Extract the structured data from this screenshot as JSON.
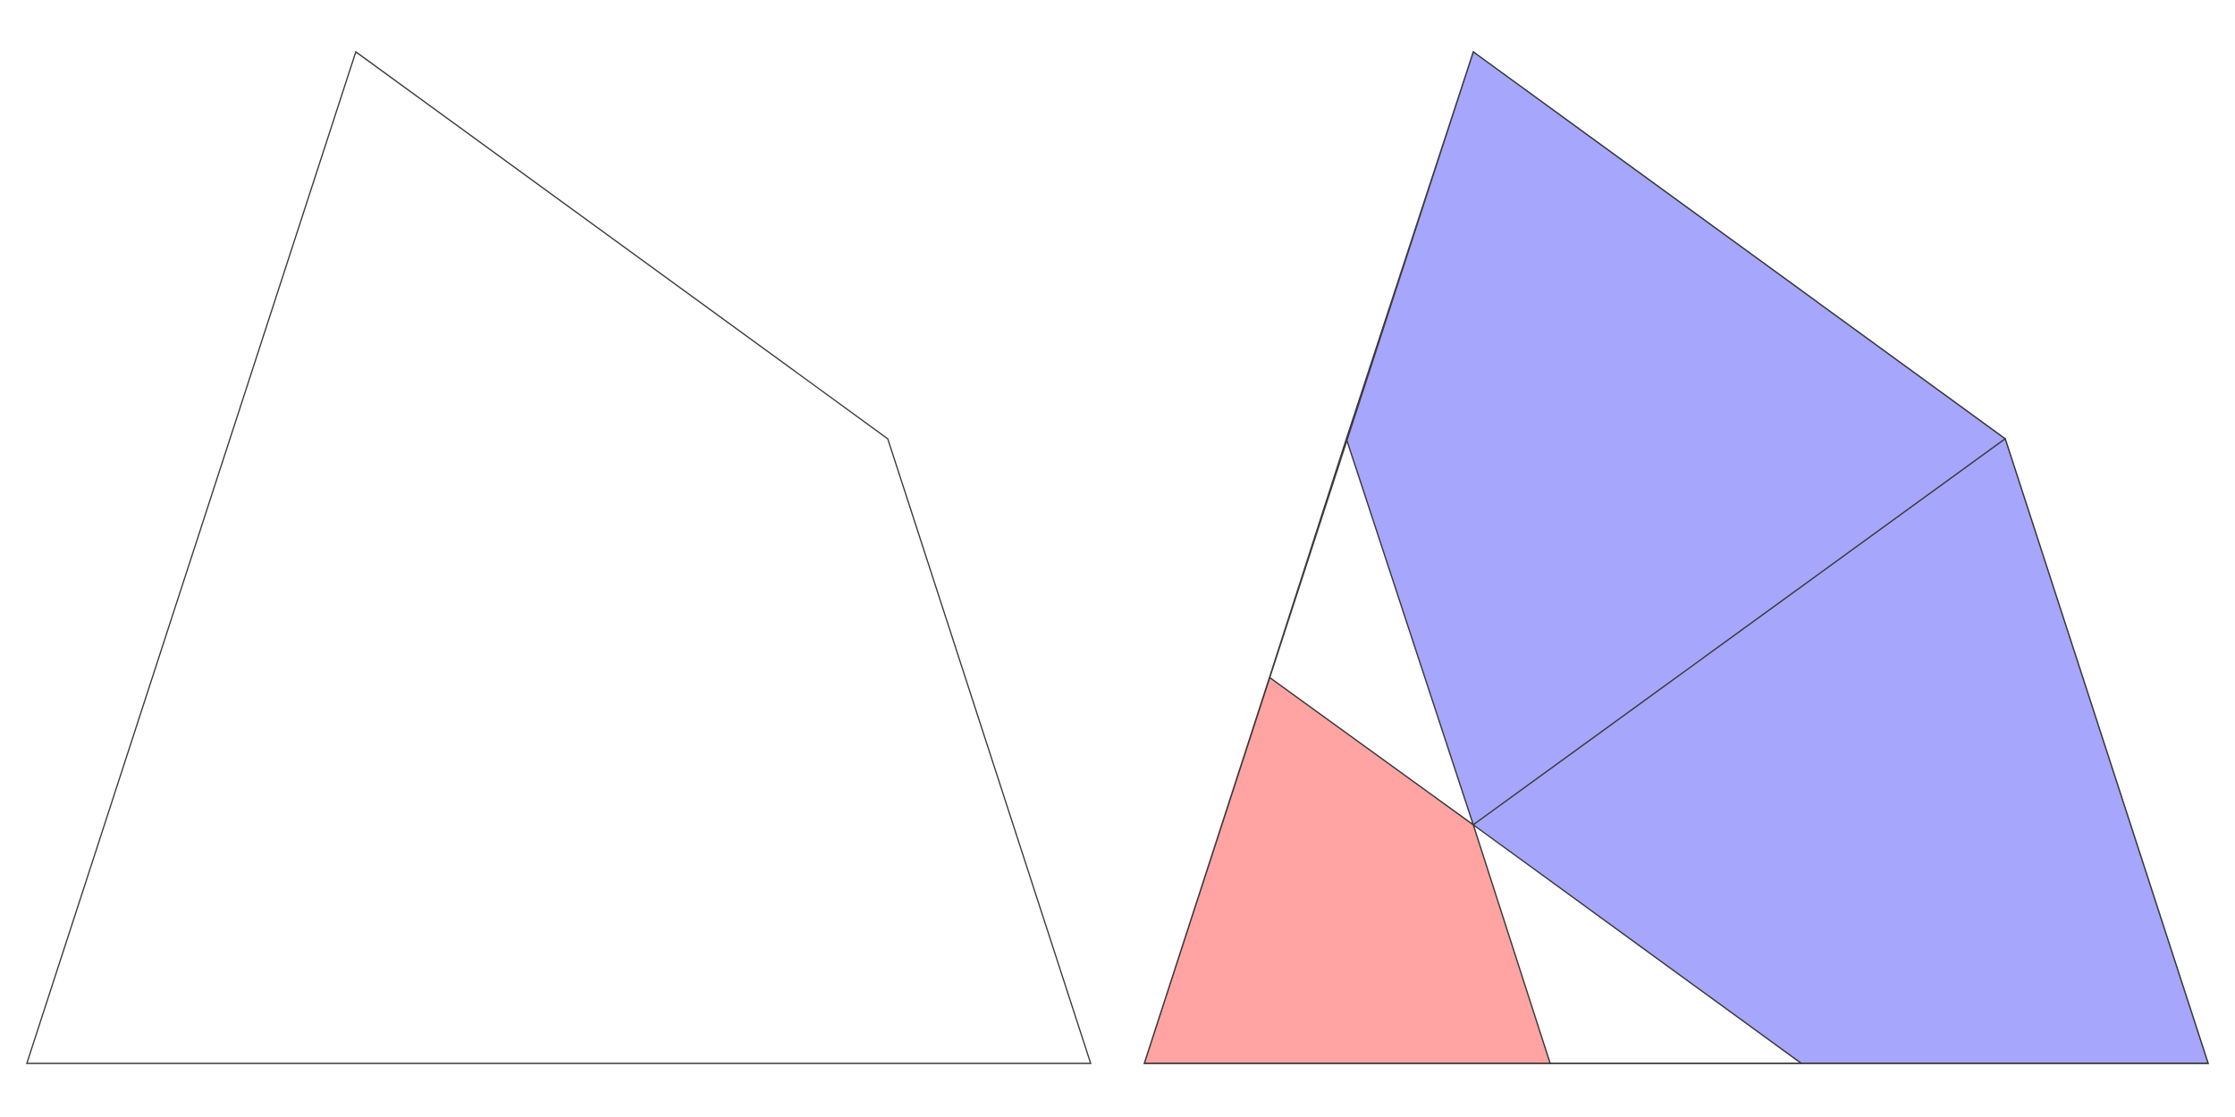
{
  "colors": {
    "background": "#ffffff",
    "stroke": "#3a3a3a",
    "pink_piece": "#ffa3a3",
    "blue_piece": "#a6a6fc",
    "white_piece": "#ffffff"
  },
  "figures": [
    {
      "id": "original-pentagon",
      "shape": "pentagon",
      "fill": "none"
    },
    {
      "id": "dissected-pentagon",
      "shape": "pentagon",
      "pieces": [
        {
          "name": "pink-quadrilateral",
          "color": "pink_piece"
        },
        {
          "name": "white-triangle-upper",
          "color": "white_piece"
        },
        {
          "name": "white-triangle-lower",
          "color": "white_piece"
        },
        {
          "name": "blue-quadrilateral-upper",
          "color": "blue_piece"
        },
        {
          "name": "blue-quadrilateral-lower",
          "color": "blue_piece"
        }
      ]
    }
  ]
}
